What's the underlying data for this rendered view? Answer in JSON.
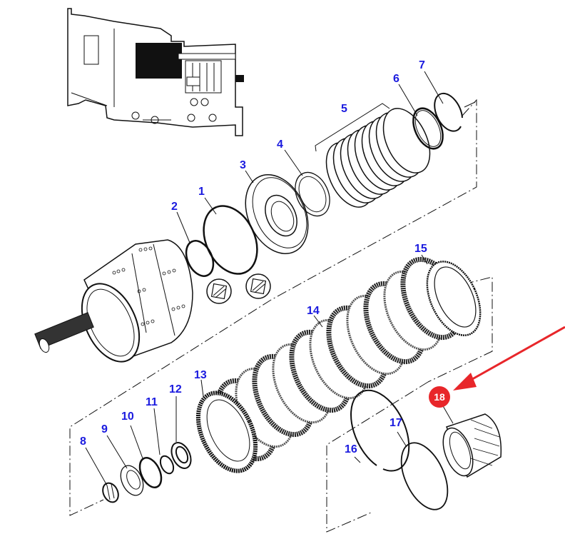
{
  "diagram": {
    "title": "Transmission clutch pack exploded parts diagram",
    "overview_inset": "transmission-assembly-overview",
    "highlight_color": "#e8262a",
    "label_color": "#1a1adf",
    "highlighted_part": "18",
    "callouts": [
      {
        "id": "1",
        "label": "1",
        "part": "large O-ring"
      },
      {
        "id": "2",
        "label": "2",
        "part": "small O-ring"
      },
      {
        "id": "3",
        "label": "3",
        "part": "piston"
      },
      {
        "id": "4",
        "label": "4",
        "part": "washer"
      },
      {
        "id": "5",
        "label": "5",
        "part": "spring pack"
      },
      {
        "id": "6",
        "label": "6",
        "part": "retainer ring"
      },
      {
        "id": "7",
        "label": "7",
        "part": "snap ring"
      },
      {
        "id": "8",
        "label": "8",
        "part": "needle bearing"
      },
      {
        "id": "9",
        "label": "9",
        "part": "thrust washer"
      },
      {
        "id": "10",
        "label": "10",
        "part": "O-ring"
      },
      {
        "id": "11",
        "label": "11",
        "part": "small O-ring"
      },
      {
        "id": "12",
        "label": "12",
        "part": "seal"
      },
      {
        "id": "13",
        "label": "13",
        "part": "end plate"
      },
      {
        "id": "14",
        "label": "14",
        "part": "clutch discs"
      },
      {
        "id": "15",
        "label": "15",
        "part": "pressure plate"
      },
      {
        "id": "16",
        "label": "16",
        "part": "snap ring"
      },
      {
        "id": "17",
        "label": "17",
        "part": "ring"
      },
      {
        "id": "18",
        "label": "18",
        "part": "clutch hub"
      }
    ]
  }
}
